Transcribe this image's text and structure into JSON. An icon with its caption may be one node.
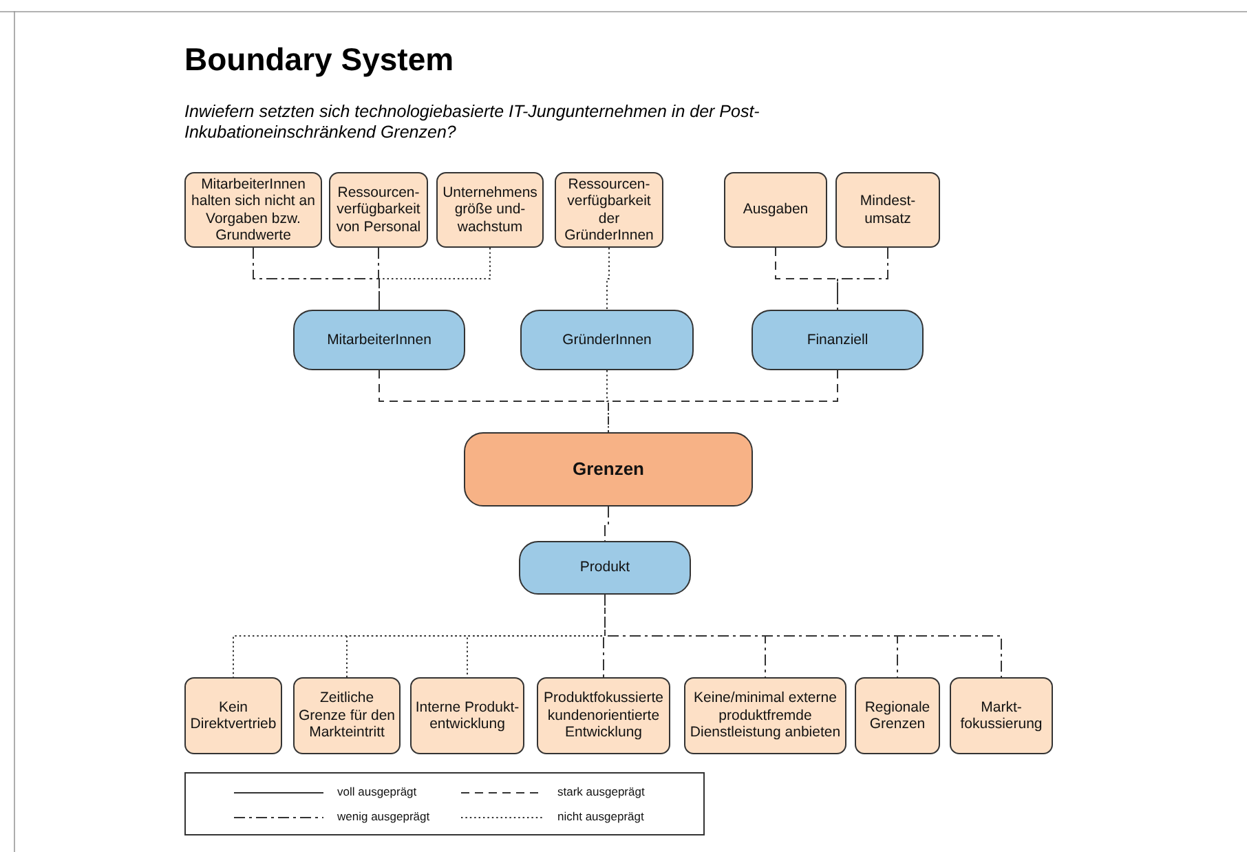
{
  "diagram": {
    "title": "Boundary System",
    "caption": "Inwiefern setzten sich technologiebasierte IT-Jungunternehmen in der Post-Inkubationeinschränkend Grenzen?",
    "nodes": [
      {
        "text": [
          "MitarbeiterInnen halten sich nicht an Vorgaben bzw. Grundwerte"
        ]
      },
      {
        "text": [
          "Ressourcen-verfügbarkeit von Personal"
        ]
      },
      {
        "text": [
          "Unternehmens größe und-wachstum"
        ]
      },
      {
        "text": [
          "Ressourcen-verfügbarkeit der GründerInnen"
        ]
      },
      {
        "text": [
          "Ausgaben"
        ]
      },
      {
        "text": [
          "Mindest-umsatz"
        ]
      },
      {
        "text": [
          "MitarbeiterInnen"
        ]
      },
      {
        "text": [
          "GründerInnen"
        ]
      },
      {
        "text": [
          "Finanziell"
        ]
      },
      {
        "text": [
          "Grenzen"
        ]
      },
      {
        "text": [
          "Produkt"
        ]
      },
      {
        "text": [
          "Kein Direktvertrieb"
        ]
      },
      {
        "text": [
          "Zeitliche Grenze für den Markteintritt"
        ]
      },
      {
        "text": [
          "Interne Produkt-entwicklung"
        ]
      },
      {
        "text": [
          "Produktfokussierte kundenorientierte Entwicklung"
        ]
      },
      {
        "text": [
          "Keine/minimal externe produktfremde Dienstleistung anbieten"
        ]
      },
      {
        "text": [
          "Regionale Grenzen"
        ]
      },
      {
        "text": [
          "Markt-fokussierung"
        ]
      }
    ],
    "edges": [
      {
        "from": 0,
        "to": 6,
        "arrow": "none",
        "style": "dashed"
      },
      {
        "from": 1,
        "to": 6,
        "arrow": "none",
        "style": "dashed"
      },
      {
        "from": 2,
        "to": 6,
        "arrow": "none",
        "style": "dashed"
      },
      {
        "from": 3,
        "to": 7,
        "arrow": "none",
        "style": "dashed"
      },
      {
        "from": 4,
        "to": 8,
        "arrow": "none",
        "style": "dashed"
      },
      {
        "from": 5,
        "to": 8,
        "arrow": "none",
        "style": "dashed"
      },
      {
        "from": 6,
        "to": 9,
        "arrow": "none",
        "style": "dashed"
      },
      {
        "from": 7,
        "to": 9,
        "arrow": "none",
        "style": "dashed"
      },
      {
        "from": 8,
        "to": 9,
        "arrow": "none",
        "style": "dashed"
      },
      {
        "from": 9,
        "to": 10,
        "arrow": "none",
        "style": "dashed"
      },
      {
        "from": 10,
        "to": 11,
        "arrow": "none",
        "style": "dashed"
      },
      {
        "from": 10,
        "to": 12,
        "arrow": "none",
        "style": "dashed"
      },
      {
        "from": 10,
        "to": 13,
        "arrow": "none",
        "style": "dashed"
      },
      {
        "from": 10,
        "to": 14,
        "arrow": "none",
        "style": "dashed"
      },
      {
        "from": 10,
        "to": 15,
        "arrow": "none",
        "style": "dashed"
      },
      {
        "from": 10,
        "to": 16,
        "arrow": "none",
        "style": "dashed"
      },
      {
        "from": 10,
        "to": 17,
        "arrow": "none",
        "style": "dashed"
      }
    ],
    "legend": [
      {
        "text": "voll ausgeprägt"
      },
      {
        "text": "stark ausgeprägt"
      },
      {
        "text": "wenig ausgeprägt"
      },
      {
        "text": "nicht ausgeprägt"
      }
    ]
  }
}
